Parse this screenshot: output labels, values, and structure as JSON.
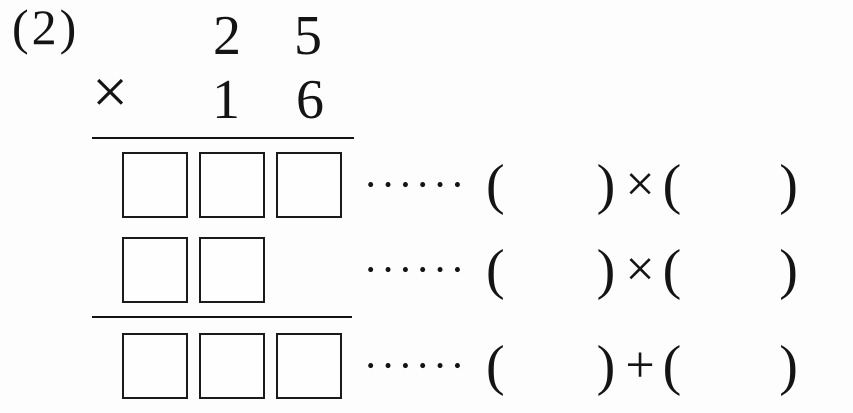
{
  "page": {
    "background": "#fdfdfd",
    "ink": "#141414"
  },
  "problem": {
    "label": "(2)",
    "multiplicand": {
      "tens": "2",
      "ones": "5"
    },
    "multiply_sign": "×",
    "multiplier": {
      "tens": "1",
      "ones": "6"
    }
  },
  "symbols": {
    "open_paren": "(",
    "close_paren": ")"
  },
  "rows": [
    {
      "name": "partial-product-1",
      "box_count": 3,
      "dots": "••••••",
      "operator": "×"
    },
    {
      "name": "partial-product-2",
      "box_count": 2,
      "dots": "••••••",
      "operator": "×"
    },
    {
      "name": "final-sum",
      "box_count": 3,
      "dots": "••••••",
      "operator": "+"
    }
  ]
}
